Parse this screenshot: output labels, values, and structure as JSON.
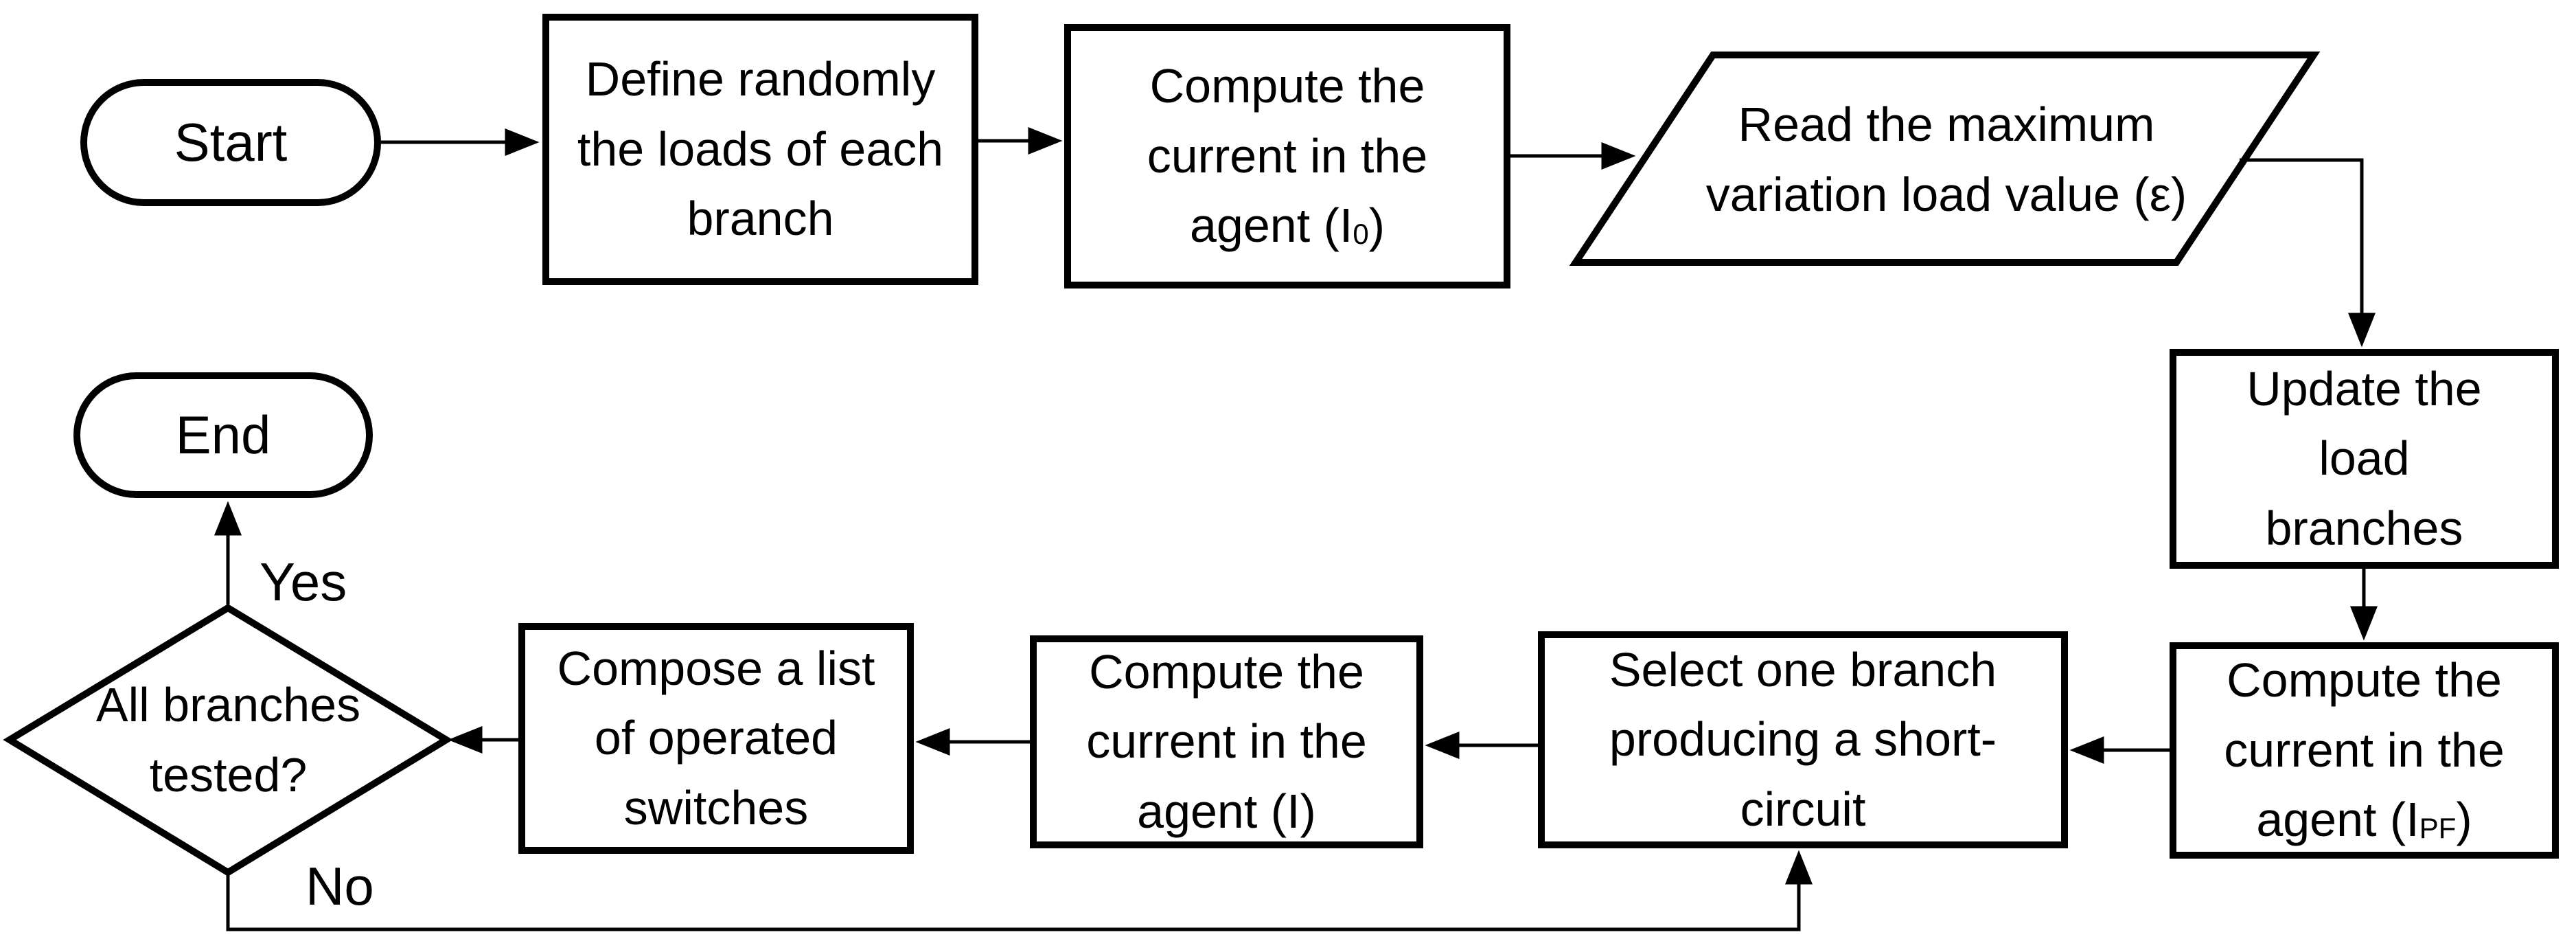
{
  "diagram": {
    "type": "flowchart",
    "colors": {
      "background": "#ffffff",
      "stroke": "#000000",
      "node_fill": "#ffffff",
      "text": "#000000"
    },
    "nodes": {
      "start": {
        "shape": "terminator",
        "label": "Start"
      },
      "define_loads": {
        "shape": "process",
        "label": "Define randomly\nthe loads of each\nbranch"
      },
      "compute_i0": {
        "shape": "process",
        "label_prefix": "Compute the\ncurrent in the\nagent (I",
        "label_sub": "0",
        "label_suffix": ")"
      },
      "read_epsilon": {
        "shape": "data-parallelogram",
        "label": "Read the maximum\nvariation load value (ε)"
      },
      "update_loads": {
        "shape": "process",
        "label": "Update the\nload\nbranches"
      },
      "compute_ipf": {
        "shape": "process",
        "label_prefix": "Compute the\ncurrent in the\nagent (I",
        "label_sub": "PF",
        "label_suffix": ")"
      },
      "select_branch": {
        "shape": "process",
        "label": "Select one branch\nproducing a short-\ncircuit"
      },
      "compute_i": {
        "shape": "process",
        "label": "Compute the\ncurrent in the\nagent (I)"
      },
      "compose_list": {
        "shape": "process",
        "label": "Compose a list\nof operated\nswitches"
      },
      "all_branches_tested": {
        "shape": "decision",
        "label": "All branches\ntested?"
      },
      "end": {
        "shape": "terminator",
        "label": "End"
      }
    },
    "edge_labels": {
      "yes": "Yes",
      "no": "No"
    }
  }
}
